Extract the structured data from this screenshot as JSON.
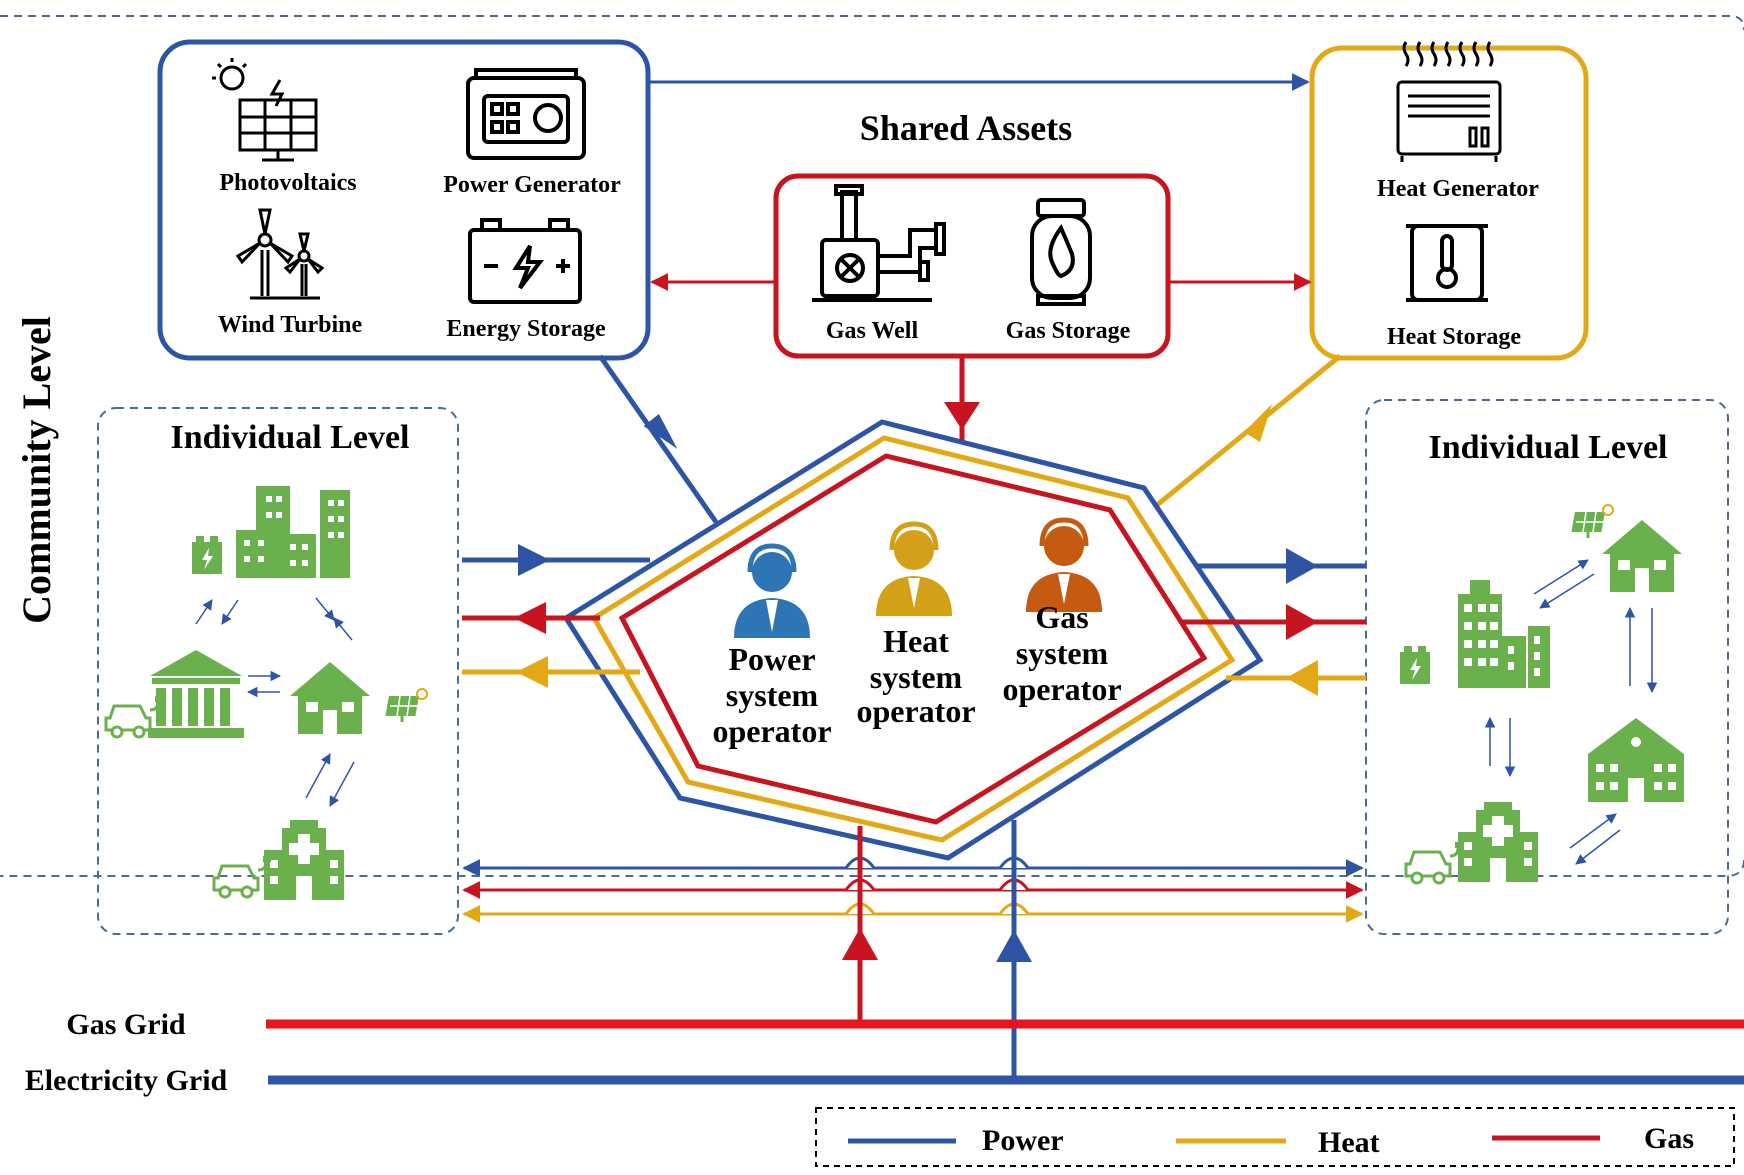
{
  "community_label": "Community Level",
  "shared_assets_title": "Shared Assets",
  "power_assets": {
    "photovoltaics": "Photovoltaics",
    "power_generator": "Power Generator",
    "wind_turbine": "Wind Turbine",
    "energy_storage": "Energy Storage"
  },
  "gas_assets": {
    "gas_well": "Gas Well",
    "gas_storage": "Gas Storage"
  },
  "heat_assets": {
    "heat_generator": "Heat Generator",
    "heat_storage": "Heat Storage"
  },
  "individual_left": "Individual  Level",
  "individual_right": "Individual  Level",
  "operators": {
    "power": [
      "Power",
      "system",
      "operator"
    ],
    "heat": [
      "Heat",
      "system",
      "operator"
    ],
    "gas": [
      "Gas",
      "system",
      "operator"
    ]
  },
  "grids": {
    "gas": "Gas Grid",
    "electricity": "Electricity Grid"
  },
  "legend": {
    "power": "Power",
    "heat": "Heat",
    "gas": "Gas"
  },
  "colors": {
    "power": "#2e55a5",
    "heat": "#e3a816",
    "gas": "#c8141e",
    "gas_grid": "#e8141e",
    "building": "#6ab04c",
    "operator_blue": "#2e75b6",
    "operator_gold": "#d4a017",
    "operator_orange": "#c55a11"
  }
}
